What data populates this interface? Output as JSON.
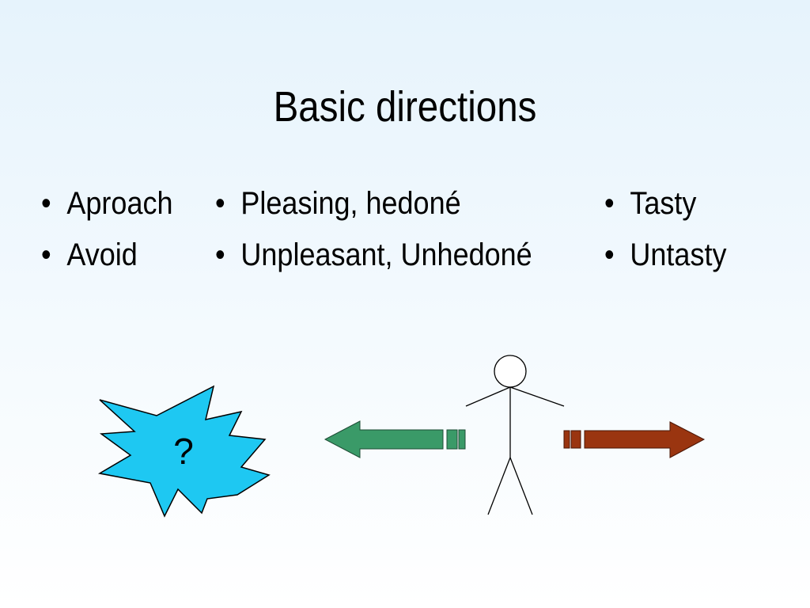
{
  "slide": {
    "title": "Basic directions"
  },
  "columns": [
    {
      "items": [
        "Aproach",
        "Avoid"
      ]
    },
    {
      "items": [
        "Pleasing, hedoné",
        "Unpleasant, Unhedoné"
      ]
    },
    {
      "items": [
        "Tasty",
        "Untasty"
      ]
    }
  ],
  "bullet_glyph": "•",
  "starburst": {
    "label": "?",
    "fill_color": "#1ec8f2",
    "stroke_color": "#000000"
  },
  "arrows": {
    "approach_color": "#3a9a68",
    "avoid_color": "#9a3510"
  },
  "icons": {
    "figure": "stick-figure-icon",
    "starburst": "explosion-starburst-icon",
    "left_arrow": "striped-left-arrow-icon",
    "right_arrow": "striped-right-arrow-icon"
  }
}
